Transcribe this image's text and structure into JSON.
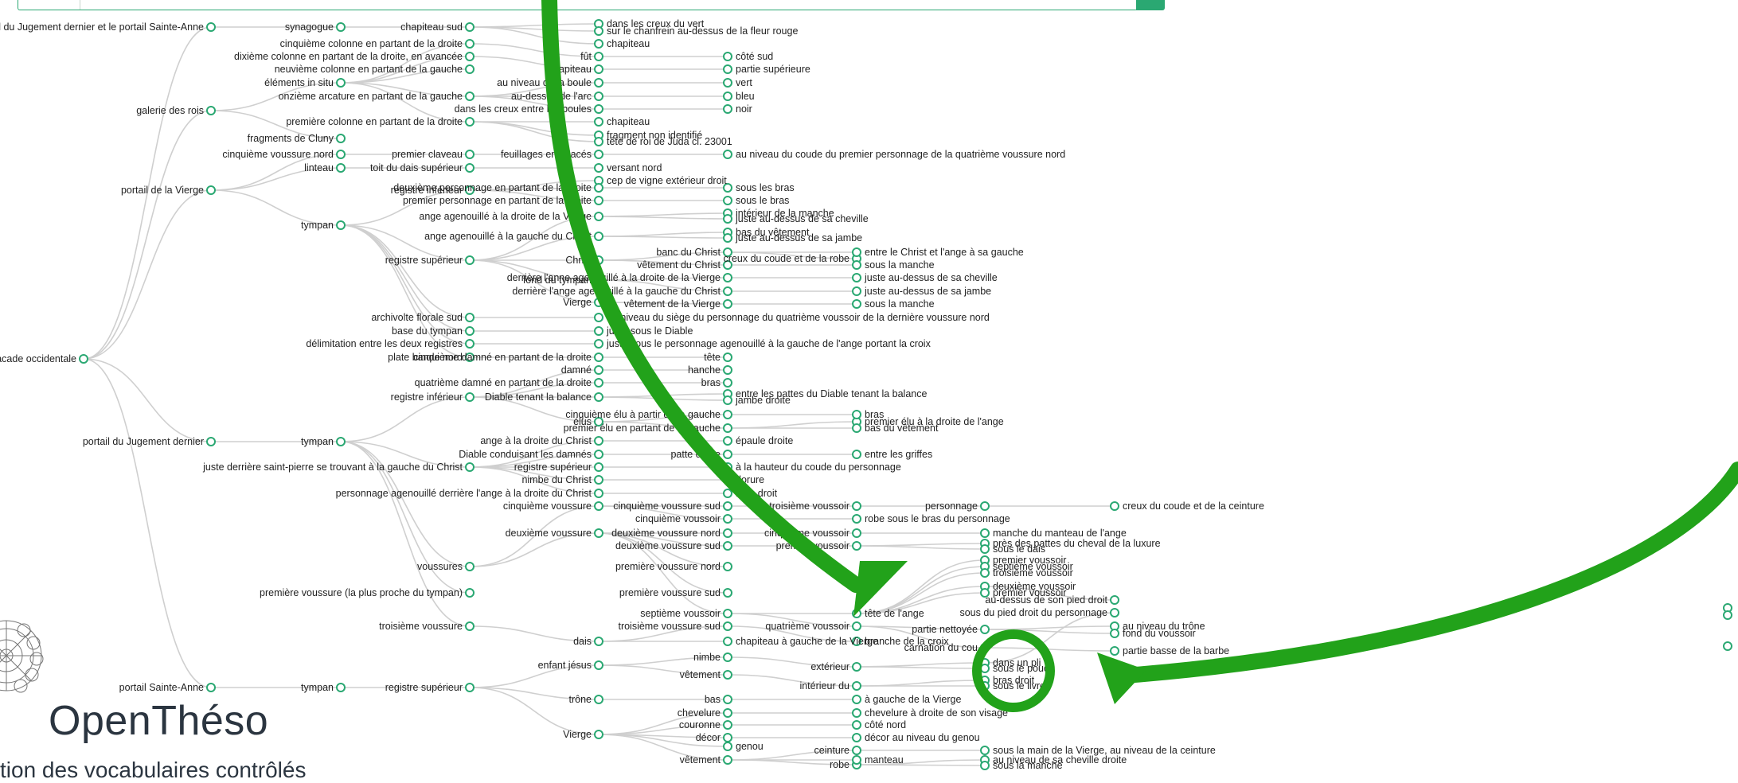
{
  "app": {
    "name": "OpenThéso",
    "subtitle": "tion des vocabulaires contrôlés"
  },
  "colors": {
    "node": "#2aa872",
    "link": "#cfcfcf",
    "annotation": "#22a21a"
  },
  "tree": {
    "root": "Facade occidentale",
    "level1": [
      "tre le portail du Jugement dernier et le portail Sainte-Anne",
      "galerie des rois",
      "portail de la Vierge",
      "portail du Jugement dernier",
      "portail Sainte-Anne"
    ],
    "level2": [
      "synagogue",
      "éléments in situ",
      "fragments de Cluny",
      "cinquième voussure nord",
      "linteau",
      "tympan",
      "tympan",
      "tympan"
    ],
    "level3": [
      "chapiteau sud",
      "cinquième colonne en partant de la droite",
      "dixième colonne en partant de la droite, en avancée",
      "neuvième colonne en partant de la gauche",
      "onzième arcature en partant de la gauche",
      "première colonne en partant de la droite",
      "premier claveau",
      "toit du dais supérieur",
      "registre inférieur",
      "registre supérieur",
      "archivolte florale sud",
      "base du tympan",
      "délimitation entre les deux registres",
      "plate bande nord",
      "registre inférieur",
      "juste derrière saint-pierre se trouvant à la gauche du Christ",
      "voussures",
      "première voussure (la plus proche du tympan)",
      "troisième voussure",
      "registre supérieur"
    ],
    "level4": [
      "dans les creux du vert",
      "sur le chanfrein au-dessus de la fleur rouge",
      "chapiteau",
      "fût",
      "chapiteau",
      "au niveau de la boule",
      "au-dessus de l'arc",
      "dans les creux entre les boules",
      "chapiteau",
      "fragment non identifié",
      "tête de roi de Juda cl. 23001",
      "feuillages entrelacés",
      "versant nord",
      "cep de vigne extérieur droit",
      "deuxième personnage en partant de la droite",
      "premier personnage en partant de la droite",
      "ange agenouillé à la droite de la Vierge",
      "ange agenouillé à la gauche du Christ",
      "Christ",
      "fond du tympan",
      "Vierge",
      "au niveau du siège du personnage du quatrième voussoir de la dernière voussure nord",
      "juste sous le Diable",
      "juste sous le personnage agenouillé à la gauche de l'ange portant la croix",
      "cinquième damné en partant de la droite",
      "damné",
      "quatrième damné en partant de la droite",
      "Diable tenant la balance",
      "élus",
      "ange à la droite du Christ",
      "Diable conduisant les damnés",
      "registre supérieur",
      "nimbe du Christ",
      "personnage agenouillé derrière l'ange à la droite du Christ",
      "cinquième voussure",
      "deuxième voussure",
      "dais",
      "enfant jésus",
      "trône",
      "Vierge"
    ],
    "level5": [
      "côté sud",
      "partie supérieure",
      "vert",
      "bleu",
      "noir",
      "au niveau du coude du premier personnage de la quatrième voussure nord",
      "sous les bras",
      "sous le bras",
      "intérieur de la manche",
      "juste au-dessus de sa cheville",
      "bas du vêtement",
      "juste au-dessus de sa jambe",
      "banc du Christ",
      "vêtement du Christ",
      "derrière l'anne agenouillé à la droite de la Vierge",
      "derrière l'ange agenouillé à la gauche du Christ",
      "vêtement de la Vierge",
      "tête",
      "hanche",
      "bras",
      "entre les pattes du Diable tenant la balance",
      "jambe droite",
      "cinquième élu à partir de la gauche",
      "premier élu en partant de la gauche",
      "épaule droite",
      "patte droite",
      "à la hauteur du coude du personnage",
      "dorure",
      "bras droit",
      "cinquième voussure sud",
      "cinquième voussoir",
      "deuxième voussure nord",
      "deuxième voussure sud",
      "première voussure nord",
      "première voussure sud",
      "septième voussoir",
      "troisième voussure sud",
      "chapiteau à gauche de la Vierge",
      "nimbe",
      "vêtement",
      "bas",
      "chevelure",
      "couronne",
      "décor",
      "genou",
      "vêtement"
    ],
    "level6": [
      "creux du coude et de la robe",
      "entre le Christ et l'ange à sa gauche",
      "sous la manche",
      "juste au-dessus de sa cheville",
      "juste au-dessus de sa jambe",
      "sous la manche",
      "premier élu à la droite de l'ange",
      "bras",
      "bas du vêtement",
      "entre les griffes",
      "troisième voussoir",
      "robe sous le bras du personnage",
      "cinquième voussoir",
      "premier voussoir",
      "tête de l'ange",
      "quatrième voussoir",
      "branche de la croix",
      "extérieur",
      "intérieur du",
      "à gauche de la Vierge",
      "chevelure à droite de son visage",
      "côté nord",
      "décor au niveau du genou",
      "ceinture",
      "robe",
      "manteau"
    ],
    "level7": [
      "personnage",
      "manche du manteau de l'ange",
      "près des pattes du cheval de la luxure",
      "sous le dais",
      "premier voussoir",
      "septième voussoir",
      "troisième voussoir",
      "deuxième voussoir",
      "premier voussoir",
      "partie nettoyée",
      "carnation du cou",
      "dans un pli",
      "sous le pouce",
      "bras droit",
      "sous le livre",
      "sous la main de la Vierge, au niveau de la ceinture",
      "au niveau de sa cheville droite",
      "sous la manche"
    ],
    "level8": [
      "creux du coude et de la ceinture",
      "au-dessus de son pied droit",
      "au niveau du trône",
      "fond du voussoir",
      "partie basse de la barbe",
      "sous du pied droit du personnage"
    ]
  }
}
